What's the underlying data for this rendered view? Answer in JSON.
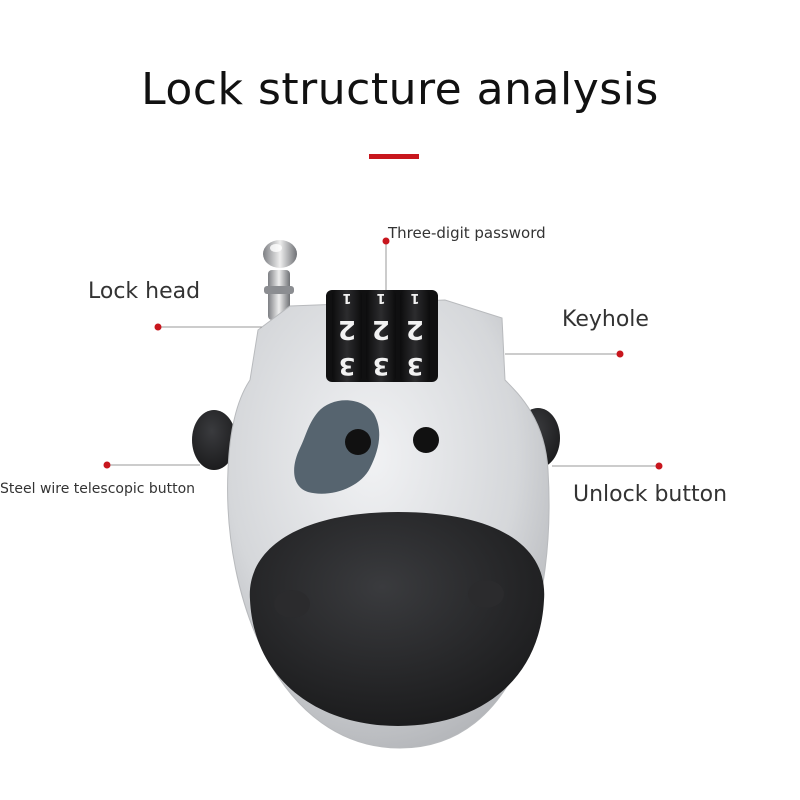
{
  "header": {
    "title": "Lock structure analysis"
  },
  "colors": {
    "accent": "#c8161d",
    "body": "#d7d8db",
    "dark": "#1d1d1f",
    "spot": "#56646f",
    "leader": "#9a9a9a"
  },
  "callouts": {
    "password": "Three-digit password",
    "lock_head": "Lock head",
    "keyhole": "Keyhole",
    "telescopic": "Steel wire telescopic button",
    "unlock": "Unlock button"
  },
  "dials": [
    {
      "top": "1",
      "middle": "2",
      "bottom": "3"
    },
    {
      "top": "1",
      "middle": "2",
      "bottom": "3"
    },
    {
      "top": "1",
      "middle": "2",
      "bottom": "3"
    }
  ]
}
